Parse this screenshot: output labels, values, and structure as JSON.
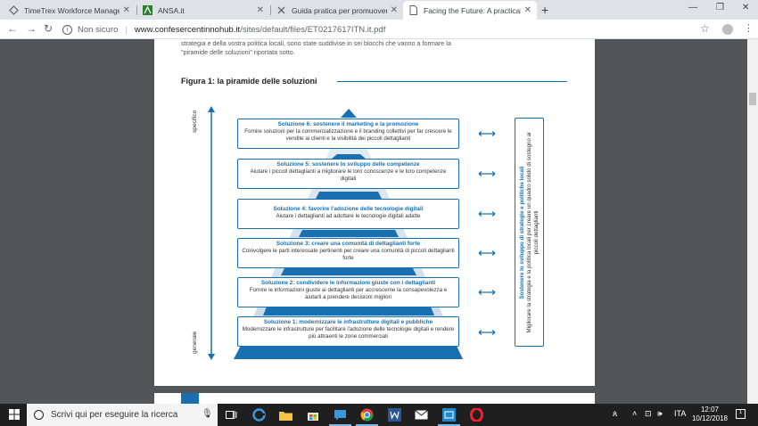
{
  "browser": {
    "tabs": [
      {
        "title": "TimeTrex Workforce Managemen",
        "icon": "timetrex-icon"
      },
      {
        "title": "ANSA.it",
        "icon": "ansa-icon"
      },
      {
        "title": "Guida pratica per promuovere la",
        "icon": "tool-icon"
      },
      {
        "title": "Facing the Future: A practical gui",
        "icon": "document-icon",
        "active": true
      }
    ],
    "address": {
      "security_label": "Non sicuro",
      "host": "www.confesercentinnohub.it",
      "path": "/sites/default/files/ET0217617ITN.it.pdf"
    }
  },
  "pdf": {
    "intro_text": "strategia e della vostra politica locali, sono state suddivise in sei blocchi che vanno a formare la \"piramide delle soluzioni\" riportata sotto.",
    "figure_title": "Figura 1: la piramide delle soluzioni",
    "axis_top": "specifico",
    "axis_bottom": "generale",
    "solutions": [
      {
        "title": "Soluzione 6: sostenere il marketing e la promozione",
        "desc": "Fornire soluzioni per la commercializzazione e il branding collettivi per far crescere le vendite ai clienti e la visibilità dei piccoli dettaglianti"
      },
      {
        "title": "Soluzione 5: sostenere lo sviluppo delle competenze",
        "desc": "Aiutare i piccoli dettaglianti a migliorare le loro conoscenze e le loro competenze digitali"
      },
      {
        "title": "Soluzione 4: favorire l'adozione delle tecnologie digitali",
        "desc": "Aiutare i dettaglianti ad adottare le tecnologie digitali adatte"
      },
      {
        "title": "Soluzione 3: creare una comunità di dettaglianti forte",
        "desc": "Coinvolgere le parti interessate pertinenti per creare una comunità di piccoli dettaglianti forte"
      },
      {
        "title": "Soluzione 2: condividere le informazioni giuste con i dettaglianti",
        "desc": "Fornire le informazioni giuste ai dettaglianti per accrescerne la consapevolezza e aiutarli a prendere decisioni migliori"
      },
      {
        "title": "Soluzione 1: modernizzare le infrastrutture digitali e pubbliche",
        "desc": "Modernizzare le infrastrutture per facilitare l'adozione delle tecnologie digitali e rendere più attraenti le zone commerciali"
      }
    ],
    "side_title": "Sostenere lo sviluppo di strategie e politiche locali",
    "side_desc": "Migliorare la strategia e la politica locali per creare un quadro solido di sostegno ai piccoli dettaglianti"
  },
  "taskbar": {
    "search_placeholder": "Scrivi qui per eseguire la ricerca",
    "language": "ITA",
    "time": "12:07",
    "date": "10/12/2018",
    "notification_count": "1"
  },
  "colors": {
    "accent": "#1a6fb0",
    "pyramid_light": "#dfe8f1",
    "pyramid_dark": "#1a6fb0"
  }
}
